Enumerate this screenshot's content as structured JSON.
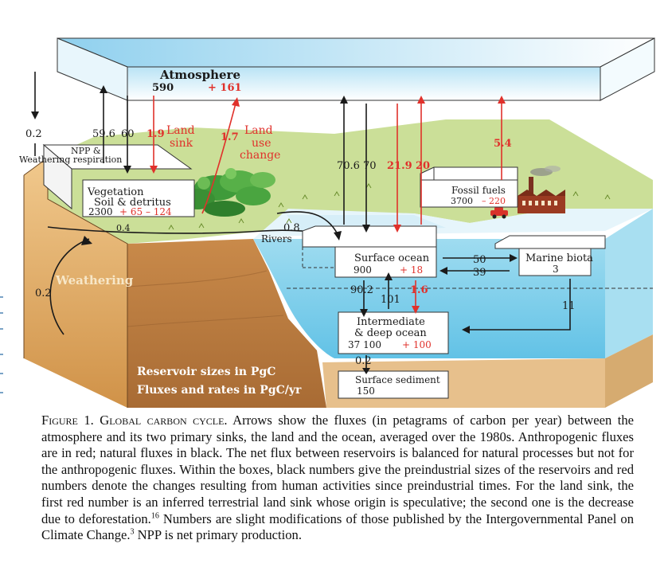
{
  "reservoirs": {
    "atmosphere": {
      "name": "Atmosphere",
      "natural": "590",
      "anthro": "+ 161"
    },
    "vegetation": {
      "name_line1": "Vegetation",
      "name_line2": "Soil & detritus",
      "natural": "2300",
      "anthro": "+ 65 – 124"
    },
    "fossil_fuels": {
      "name": "Fossil fuels",
      "natural": "3700",
      "anthro": "– 220"
    },
    "surface_ocean": {
      "name": "Surface ocean",
      "natural": "900",
      "anthro": "+ 18"
    },
    "marine_biota": {
      "name": "Marine biota",
      "natural": "3"
    },
    "deep_ocean": {
      "name_line1": "Intermediate",
      "name_line2": "& deep ocean",
      "natural": "37 100",
      "anthro": "+ 100"
    },
    "sediment": {
      "name": "Surface sediment",
      "natural": "150"
    }
  },
  "fluxes": {
    "weathering_down": "0.2",
    "npp_up": "59.6",
    "respiration_down": "60",
    "land_sink": "1.9",
    "land_sink_label_1": "Land",
    "land_sink_label_2": "sink",
    "land_use": "1.7",
    "land_use_label_1": "Land",
    "land_use_label_2": "use",
    "land_use_label_3": "change",
    "npp_label_1": "NPP &",
    "npp_label_2": "Weathering respiration",
    "ocean_up": "70.6",
    "ocean_down": "70",
    "anthro_down": "21.9",
    "anthro_up": "20",
    "fossil_up": "5.4",
    "rivers": "0.8",
    "rivers_label": "Rivers",
    "soil_flow": "0.4",
    "weathering_loop": "0.2",
    "weathering_label": "Weathering",
    "to_biota": "50",
    "from_biota": "39",
    "biota_down": "11",
    "surface_to_deep": "90.2",
    "deep_to_surface": "101",
    "anthro_to_deep": "1.6",
    "to_sediment": "0.2"
  },
  "legend": {
    "line1": "Reservoir sizes in PgC",
    "line2": "Fluxes and rates in PgC/yr"
  },
  "caption": {
    "label": "Figure 1. Global carbon cycle.",
    "text_a": " Arrows show the fluxes (in petagrams of carbon per year) between the atmosphere and its two primary sinks, the land and the ocean, averaged over the 1980s. Anthropogenic fluxes are in red; natural fluxes in black. The net flux between reservoirs is balanced for natural processes but not for the anthropogenic fluxes. Within the boxes, black numbers give the preindustrial sizes of the reservoirs and red numbers denote the changes resulting from human activities since preindustrial times. For the land sink, the first red number is an inferred terrestrial land sink whose origin is speculative; the second one is the decrease due to deforestation.",
    "ref1": "16",
    "text_b": " Numbers are slight modifications of those published by the Intergovernmental Panel on Climate Change.",
    "ref2": "3",
    "text_c": " NPP is net primary production."
  },
  "colors": {
    "anthropogenic": "#e0312b",
    "natural": "#1a1a1a",
    "ocean": "#7fd0ea",
    "land": "#d9a15f",
    "grass": "#c9dc96"
  }
}
